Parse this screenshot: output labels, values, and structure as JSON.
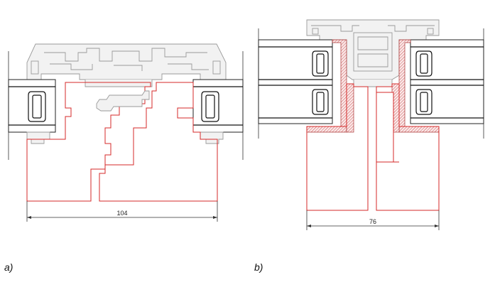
{
  "panels": [
    {
      "caption": "a)",
      "dimension": "104"
    },
    {
      "caption": "b)",
      "dimension": "76"
    }
  ],
  "colors": {
    "timber": "#d62a2a",
    "aluminium": "#9a9a9a",
    "glass": "#222222",
    "gasket": "#a33333"
  }
}
